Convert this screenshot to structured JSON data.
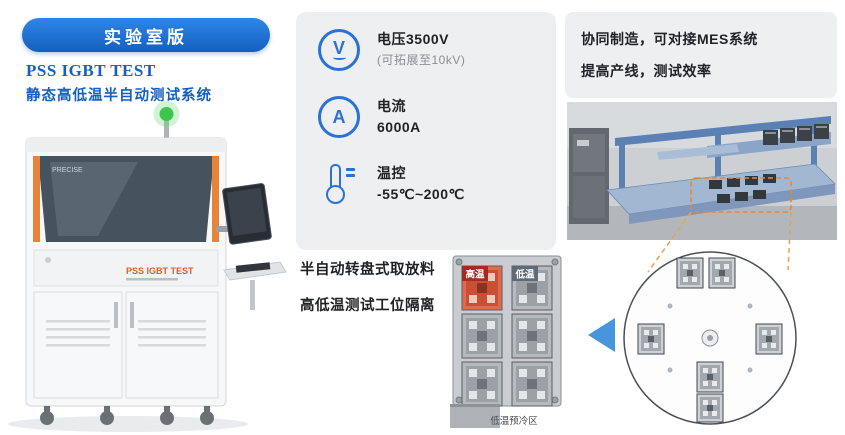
{
  "colors": {
    "badge_blue": "#1766c9",
    "title_blue": "#155ec2",
    "icon_blue": "#2a72d8",
    "panel_gray": "#edeff1",
    "accent_orange": "#e8833a",
    "arrow_blue": "#4795dc",
    "hot_red": "#df6a4b",
    "status_green": "#3ec54f"
  },
  "left": {
    "badge_label": "实验室版",
    "title_line1": "PSS IGBT TEST",
    "title_line2": "静态高低温半自动测试系统",
    "machine": {
      "brand": "PRECISE",
      "label": "PSS IGBT TEST"
    }
  },
  "specs": {
    "items": [
      {
        "name": "voltage",
        "symbol": "V",
        "line1": "电压3500V",
        "line2": "(可拓展至10kV)"
      },
      {
        "name": "current",
        "symbol": "A",
        "line1": "电流",
        "line2": "6000A"
      },
      {
        "name": "temperature",
        "symbol": "",
        "line1": "温控",
        "line2": "-55℃~200℃"
      }
    ]
  },
  "mes": {
    "line1": "协同制造，可对接MES系统",
    "line2": "提高产线，测试效率"
  },
  "turntable": {
    "line1": "半自动转盘式取放料",
    "line2": "高低温测试工位隔离"
  },
  "fixture": {
    "hot_label": "高温",
    "cold_label": "低温",
    "caption": "低温预冷区"
  }
}
